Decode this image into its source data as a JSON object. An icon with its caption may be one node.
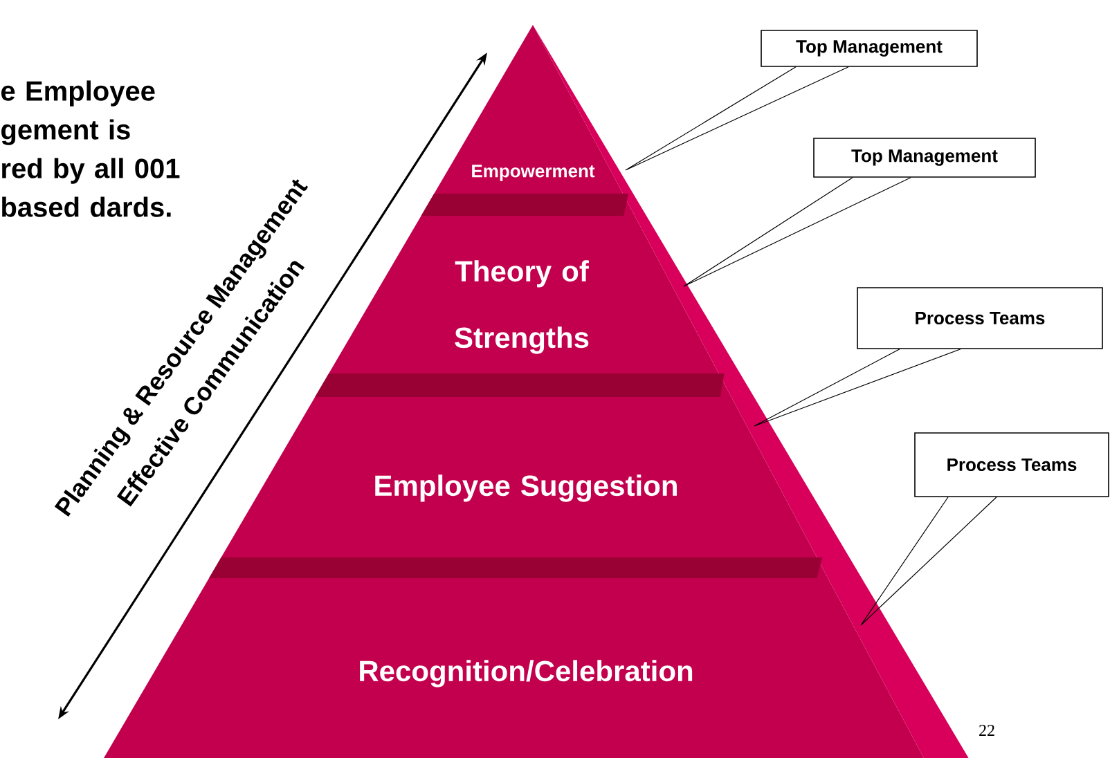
{
  "diagram": {
    "nodes": [
      {
        "text": [
          "Empowerment"
        ]
      },
      {
        "text": [
          "Theory of Strengths"
        ]
      },
      {
        "text": [
          "Employee Suggestion"
        ]
      },
      {
        "text": [
          "Recognition/Celebration"
        ]
      },
      {
        "text": [
          "Top Management"
        ]
      },
      {
        "text": [
          "Top Management"
        ]
      },
      {
        "text": [
          "Process Teams"
        ]
      },
      {
        "text": [
          "Process Teams"
        ]
      }
    ],
    "edges": [
      {
        "from": 4,
        "to": 0,
        "arrow": "none"
      },
      {
        "from": 5,
        "to": 1,
        "arrow": "none"
      },
      {
        "from": 6,
        "to": 2,
        "arrow": "none"
      },
      {
        "from": 7,
        "to": 3,
        "arrow": "none"
      }
    ],
    "labels": [
      "e Employee gement is red by all 001 based dards.",
      "Planning & Resource Management",
      "Effective Communication",
      "22"
    ]
  }
}
